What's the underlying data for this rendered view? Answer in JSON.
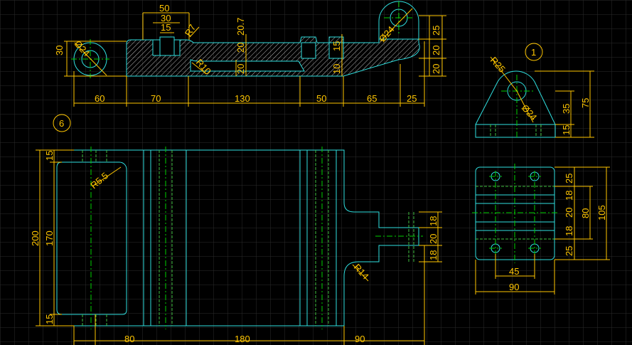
{
  "colors": {
    "background": "#000000",
    "grid": "#2b2b2b",
    "object": "#2fe0e0",
    "dimension": "#ffc600",
    "centerline": "#00d000",
    "hatch": "#bdbdbd",
    "hidden": "#3fbf3f"
  },
  "section_view": {
    "dims": [
      "50",
      "30",
      "15",
      "R7",
      "20",
      "20.7",
      "15",
      "10",
      "Ø24",
      "25",
      "20",
      "20",
      "30",
      "Ø24",
      "R10",
      "20",
      "60",
      "70",
      "130",
      "50",
      "65",
      "25"
    ]
  },
  "right_view": {
    "label": "1",
    "dims": [
      "R25",
      "Ø24",
      "35",
      "75",
      "15"
    ]
  },
  "plan_view": {
    "label": "6",
    "dims": [
      "15",
      "R5.5",
      "200",
      "170",
      "15",
      "80",
      "180",
      "90",
      "18",
      "20",
      "18",
      "R14"
    ]
  },
  "bottom_right_view": {
    "dims": [
      "25",
      "18",
      "20",
      "18",
      "25",
      "80",
      "105",
      "45",
      "90"
    ]
  }
}
